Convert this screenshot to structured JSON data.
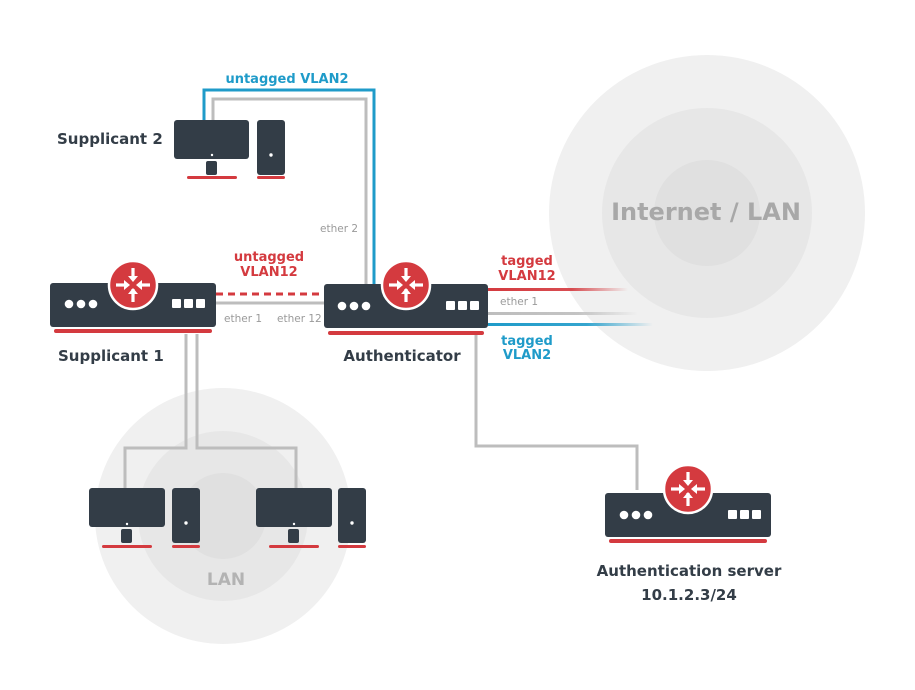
{
  "colors": {
    "device_body": "#333d47",
    "accent_red": "#d43a3f",
    "accent_blue": "#1f9bc9",
    "cable_gray": "#bdbdbd",
    "zone_outer": "#f0f0f0",
    "zone_middle": "#e7e7e7",
    "zone_inner": "#e0e0e0"
  },
  "devices": {
    "supplicant2": {
      "label": "Supplicant 2",
      "type": "workstation"
    },
    "supplicant1": {
      "label": "Supplicant 1",
      "type": "router"
    },
    "authenticator": {
      "label": "Authenticator",
      "type": "router"
    },
    "auth_server": {
      "label": "Authentication server",
      "ip": "10.1.2.3/24",
      "type": "router"
    },
    "lan_pc1": {
      "type": "workstation"
    },
    "lan_pc2": {
      "type": "workstation"
    }
  },
  "zones": {
    "internet": "Internet / LAN",
    "lan": "LAN"
  },
  "links": {
    "untagged_vlan2": "untagged VLAN2",
    "untagged_vlan12_line1": "untagged",
    "untagged_vlan12_line2": "VLAN12",
    "tagged_vlan12_line1": "tagged",
    "tagged_vlan12_line2": "VLAN12",
    "tagged_vlan2_line1": "tagged",
    "tagged_vlan2_line2": "VLAN2"
  },
  "ports": {
    "auth_ether2": "ether 2",
    "sup1_ether1": "ether 1",
    "auth_ether12": "ether 12",
    "auth_ether1": "ether 1"
  }
}
